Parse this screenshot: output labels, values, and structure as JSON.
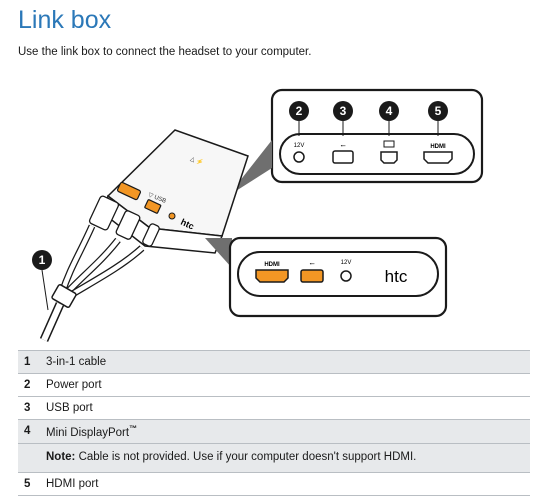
{
  "title": "Link box",
  "intro": "Use the link box to connect the headset to your computer.",
  "figure": {
    "callouts": [
      "1",
      "2",
      "3",
      "4",
      "5"
    ],
    "port_labels": {
      "hdmi": "HDMI",
      "usb": "USB",
      "power": "12V"
    },
    "brand": "htc",
    "icon_names": [
      "power-port-icon",
      "usb-icon",
      "displayport-icon",
      "hdmi-icon"
    ]
  },
  "legend": {
    "rows": [
      {
        "num": "1",
        "label": "3-in-1 cable"
      },
      {
        "num": "2",
        "label": "Power port"
      },
      {
        "num": "3",
        "label": "USB port"
      },
      {
        "num": "4",
        "label": "Mini DisplayPort",
        "trademark": "™"
      },
      {
        "num": "5",
        "label": "HDMI port"
      }
    ],
    "note": {
      "label": "Note:",
      "text": " Cable is not provided. Use if your computer doesn't support HDMI."
    }
  }
}
